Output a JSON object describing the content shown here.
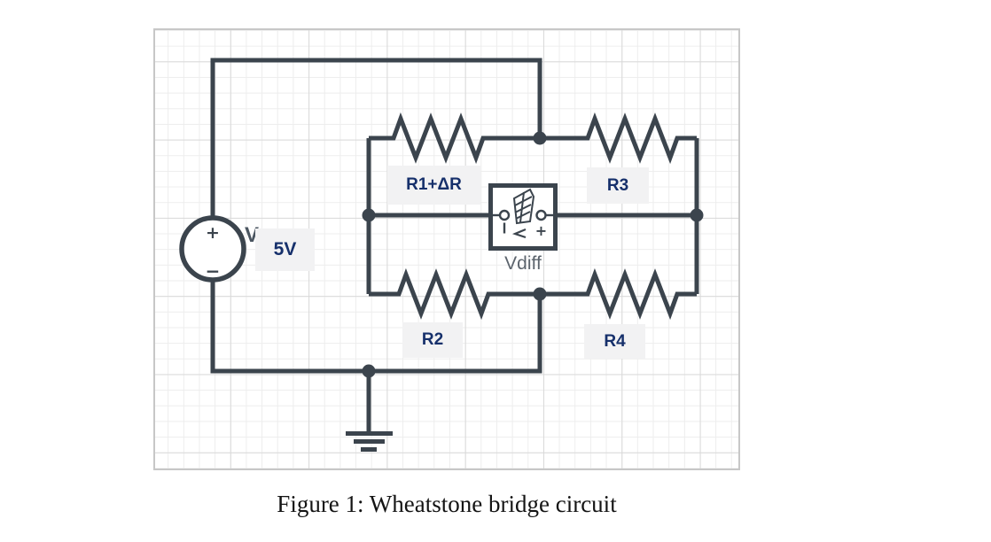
{
  "figure": {
    "caption": "Figure 1: Wheatstone bridge circuit"
  },
  "source": {
    "value_label": "5V",
    "plus_sign": "+",
    "minus_sign": "−",
    "covered_label_fragment": "V"
  },
  "bridge": {
    "r1_label": "R1+ΔR",
    "r2_label": "R2",
    "r3_label": "R3",
    "r4_label": "R4"
  },
  "voltmeter": {
    "label": "Vdiff",
    "plus_sign": "+"
  },
  "colors": {
    "wire": "#3b444d",
    "label_text": "#16306b",
    "label_bg": "#f2f2f3",
    "meter_text": "#5c646d",
    "grid_minor": "#ededed",
    "grid_major": "#d9d9d9",
    "canvas_border": "#c7c7c7"
  }
}
